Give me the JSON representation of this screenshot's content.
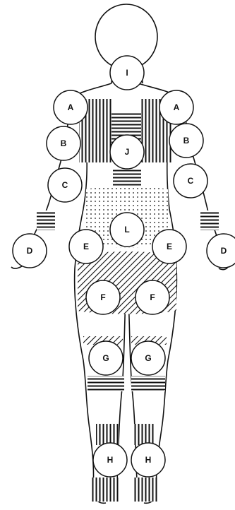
{
  "colors": {
    "line": "#111111",
    "circle_fill": "#ffffff",
    "background": "#ffffff"
  },
  "markers": [
    {
      "id": "i",
      "text": "I"
    },
    {
      "id": "a-left",
      "text": "A"
    },
    {
      "id": "a-right",
      "text": "A"
    },
    {
      "id": "b-left",
      "text": "B"
    },
    {
      "id": "b-right",
      "text": "B"
    },
    {
      "id": "j",
      "text": "J"
    },
    {
      "id": "c-left",
      "text": "C"
    },
    {
      "id": "c-right",
      "text": "C"
    },
    {
      "id": "l",
      "text": "L"
    },
    {
      "id": "d-left",
      "text": "D"
    },
    {
      "id": "d-right",
      "text": "D"
    },
    {
      "id": "e-left",
      "text": "E"
    },
    {
      "id": "e-right",
      "text": "E"
    },
    {
      "id": "f-left",
      "text": "F"
    },
    {
      "id": "f-right",
      "text": "F"
    },
    {
      "id": "g-left",
      "text": "G"
    },
    {
      "id": "g-right",
      "text": "G"
    },
    {
      "id": "h-left",
      "text": "H"
    },
    {
      "id": "h-right",
      "text": "H"
    }
  ]
}
